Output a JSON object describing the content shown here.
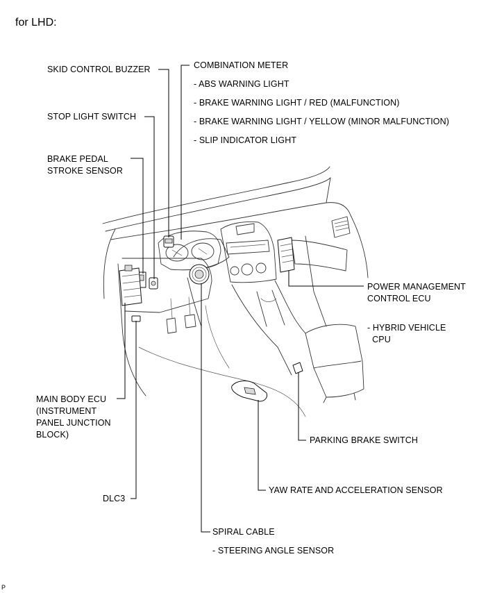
{
  "header": {
    "title": "for LHD:"
  },
  "corner_code": "P",
  "labels": {
    "skid_control_buzzer": "SKID CONTROL BUZZER",
    "combination_meter": "COMBINATION METER",
    "abs_warning_light": "- ABS WARNING LIGHT",
    "brake_warning_red": "- BRAKE WARNING LIGHT / RED (MALFUNCTION)",
    "brake_warning_yellow": "- BRAKE WARNING LIGHT / YELLOW (MINOR MALFUNCTION)",
    "slip_indicator_light": "- SLIP INDICATOR LIGHT",
    "stop_light_switch": "STOP LIGHT SWITCH",
    "brake_pedal_stroke_sensor": "BRAKE PEDAL\nSTROKE SENSOR",
    "power_management_ecu": "POWER MANAGEMENT\nCONTROL ECU",
    "hybrid_vehicle_cpu": "- HYBRID VEHICLE\n  CPU",
    "main_body_ecu": "MAIN BODY ECU\n(INSTRUMENT\nPANEL JUNCTION\nBLOCK)",
    "parking_brake_switch": "PARKING BRAKE SWITCH",
    "yaw_rate_sensor": "YAW RATE AND ACCELERATION SENSOR",
    "dlc3": "DLC3",
    "spiral_cable": "SPIRAL CABLE",
    "steering_angle_sensor": "- STEERING ANGLE SENSOR"
  }
}
